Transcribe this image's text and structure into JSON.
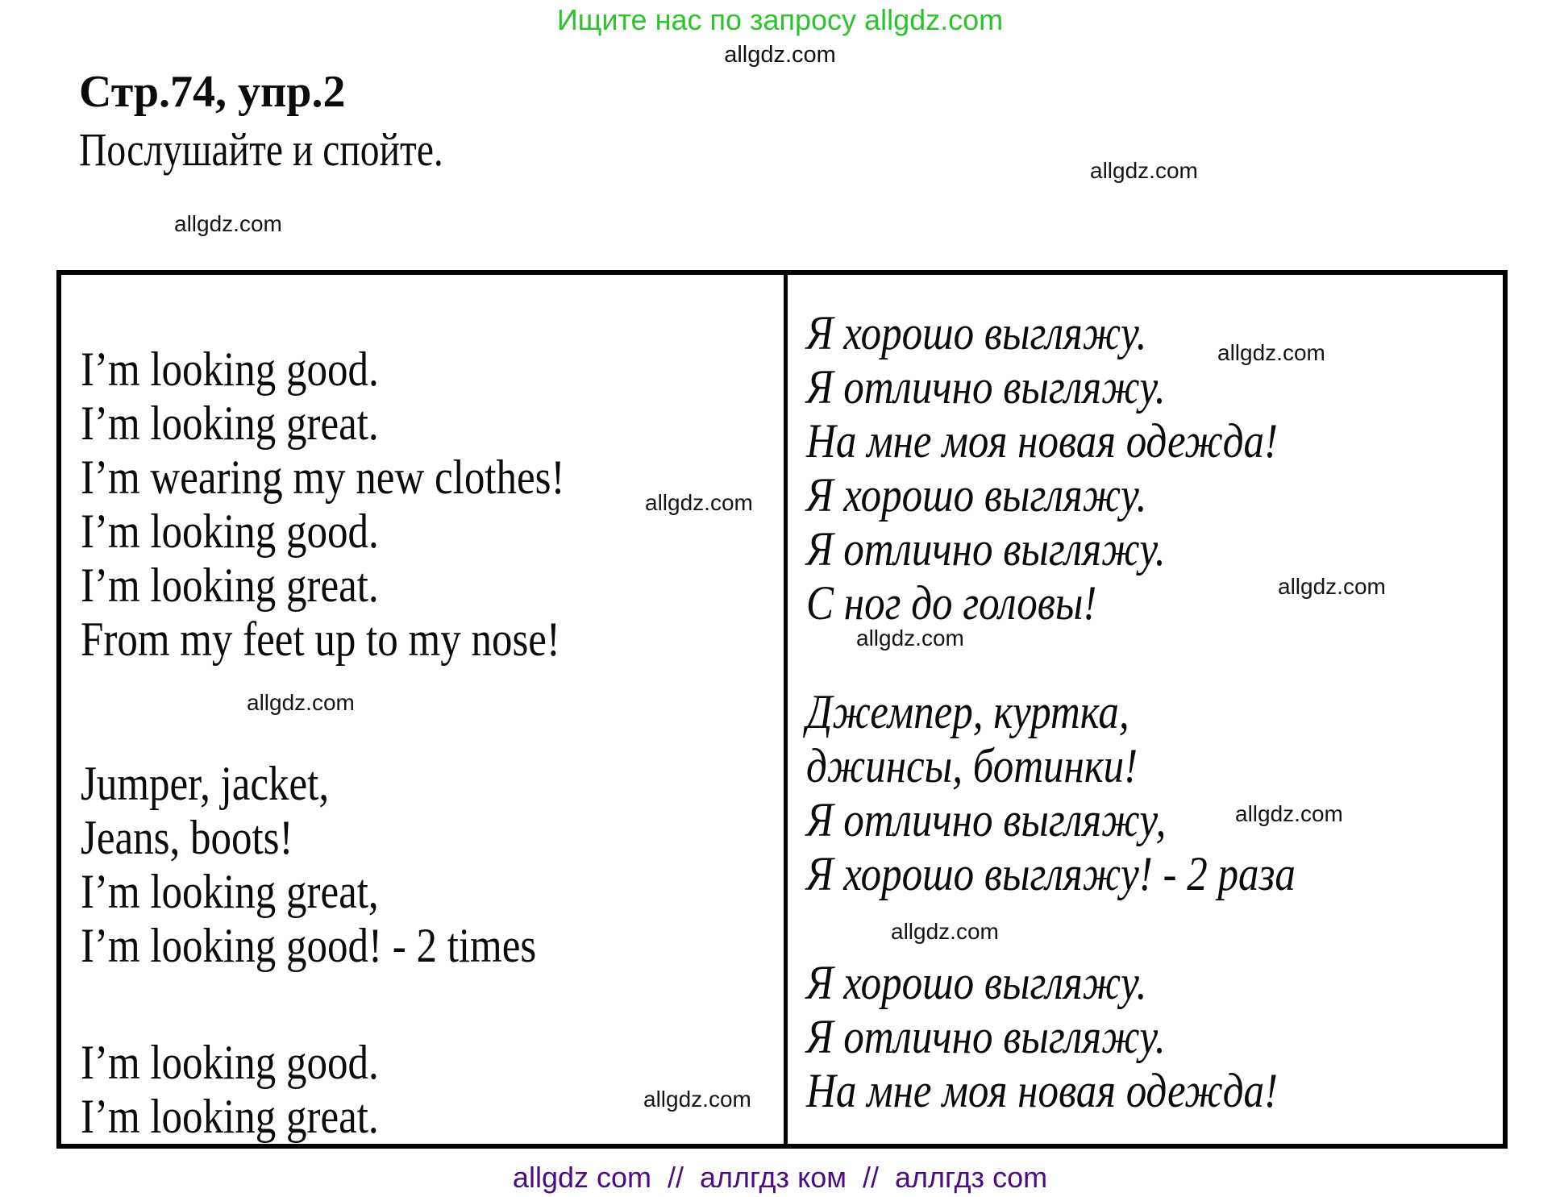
{
  "page": {
    "search_hint": "Ищите нас по запросу allgdz.com",
    "watermark": "allgdz.com",
    "exercise": {
      "title": "Стр.74, упр.2",
      "instruction": "Послушайте и спойте."
    },
    "footer": "allgdz com  //  аллгдз ком  //  аллгдз com"
  },
  "colors": {
    "hint_green": "#2bc42b",
    "footer_purple": "#4b0d7f",
    "ink": "#0b0b0b",
    "table_border": "#000000"
  },
  "song": {
    "english": [
      "I’m looking good.",
      "I’m looking great.",
      "I’m wearing my new clothes!",
      "I’m looking good.",
      "I’m looking great.",
      "From my feet up to my nose!",
      "",
      "Jumper, jacket,",
      "Jeans, boots!",
      "I’m looking great,",
      "I’m looking good! - 2 times",
      "",
      "I’m looking good.",
      "I’m looking great."
    ],
    "russian": [
      "Я хорошо выгляжу.",
      "Я отлично выгляжу.",
      "На мне моя новая одежда!",
      "Я хорошо выгляжу.",
      "Я отлично выгляжу.",
      "С ног до головы!",
      "",
      "Джемпер, куртка,",
      "джинсы, ботинки!",
      "Я отлично выгляжу,",
      "Я хорошо выгляжу! - 2 раза",
      "",
      "Я хорошо выгляжу.",
      "Я отлично выгляжу.",
      "На мне моя новая одежда!"
    ]
  }
}
